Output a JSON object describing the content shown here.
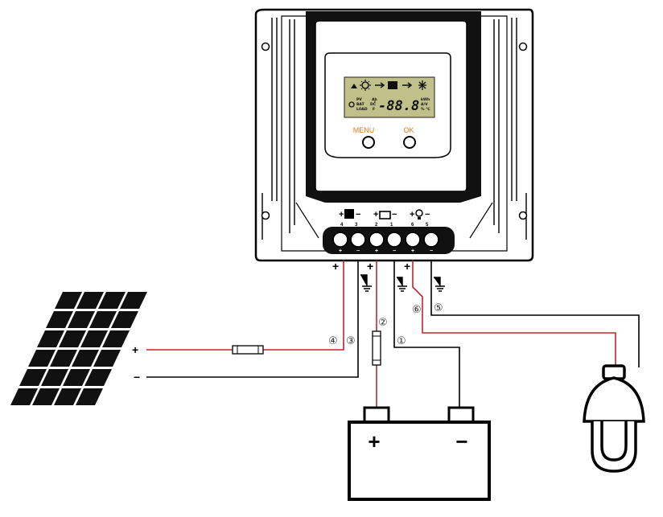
{
  "controller": {
    "buttons": {
      "menu": "MENU",
      "ok": "OK"
    },
    "display": {
      "digits": "-88.8",
      "left_legend": [
        "PV",
        "BAT",
        "LOAD"
      ],
      "mid_legend": [
        "Ah",
        "ℓ",
        "DC",
        "F"
      ],
      "right_legend": [
        "kWh",
        "A/V",
        "%",
        "℃"
      ]
    },
    "terminal_groups": [
      {
        "device": "solar",
        "numbers": [
          "4",
          "3"
        ],
        "plus": "+",
        "minus": "−"
      },
      {
        "device": "battery",
        "numbers": [
          "2",
          "1"
        ],
        "plus": "+",
        "minus": "−"
      },
      {
        "device": "load",
        "numbers": [
          "6",
          "5"
        ],
        "plus": "+",
        "minus": "−"
      }
    ],
    "terminal_polarity": [
      "+",
      "−",
      "+",
      "−",
      "+",
      "−"
    ]
  },
  "wiring": {
    "solar_plus": "+",
    "solar_minus": "−",
    "wire_numbers": [
      "①",
      "②",
      "③",
      "④",
      "⑤",
      "⑥"
    ],
    "terminal_plus_marks": [
      "+",
      "+",
      "+"
    ]
  },
  "battery": {
    "plus": "+",
    "minus": "−"
  },
  "colors": {
    "positive_wire": "#c0262c",
    "negative_wire": "#000000",
    "display": "#bfc08a"
  }
}
